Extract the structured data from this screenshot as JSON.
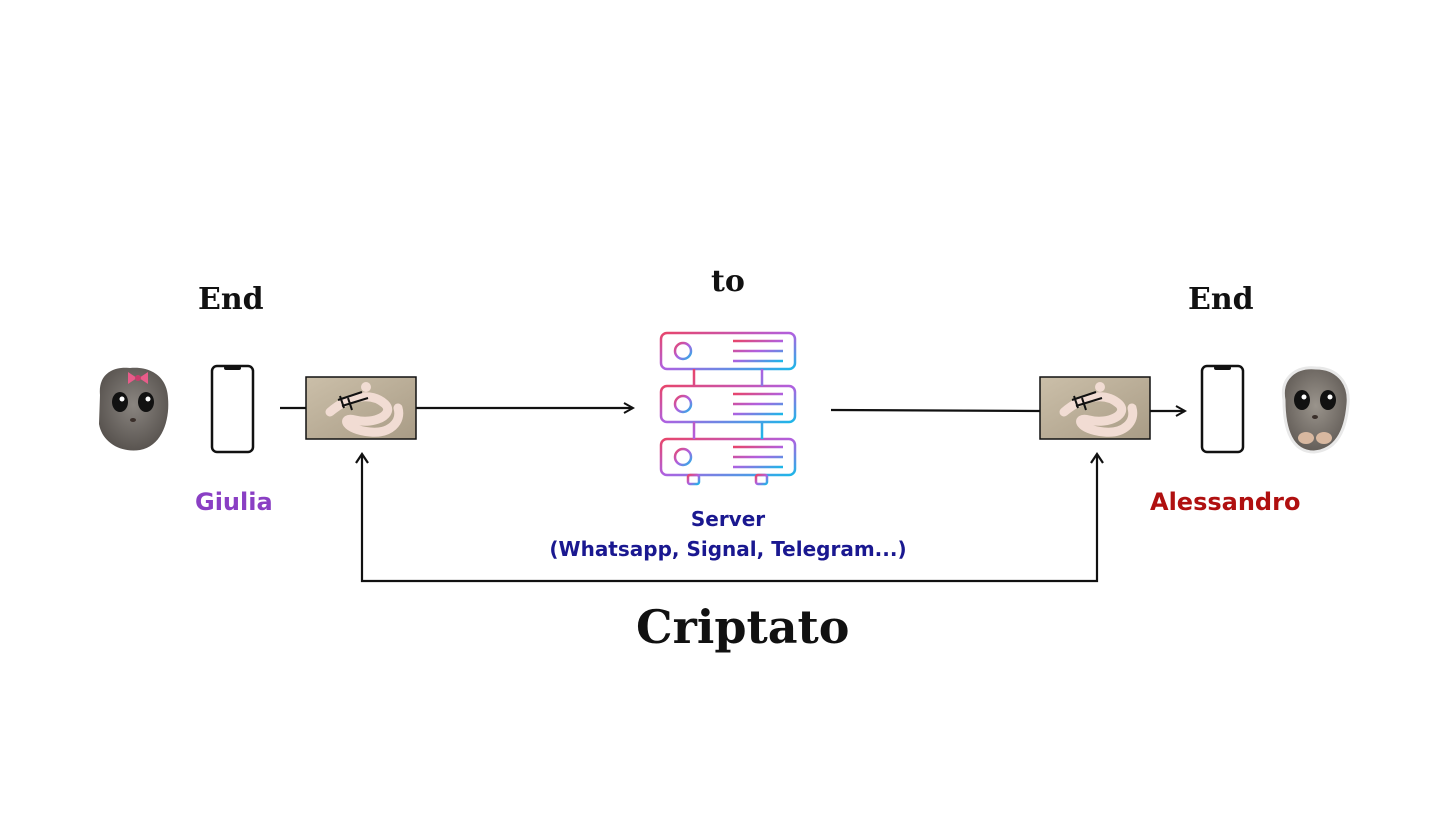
{
  "labels": {
    "end_left": "End",
    "to": "to",
    "end_right": "End",
    "encrypted": "Criptato"
  },
  "users": {
    "sender": {
      "name": "Giulia",
      "color": "#8a3fc4"
    },
    "receiver": {
      "name": "Alessandro",
      "color": "#b01010"
    }
  },
  "server": {
    "title": "Server",
    "subtitle": "(Whatsapp, Signal, Telegram...)",
    "text_color": "#1a1890",
    "gradient": [
      "#e8456a",
      "#b060e0",
      "#1bb8e8"
    ]
  },
  "icons": {
    "sender_avatar": "hamster-with-bow-icon",
    "receiver_avatar": "hamster-holding-paws-icon",
    "phone": "smartphone-icon",
    "message": "snake-photo-icon",
    "server": "server-rack-icon"
  }
}
